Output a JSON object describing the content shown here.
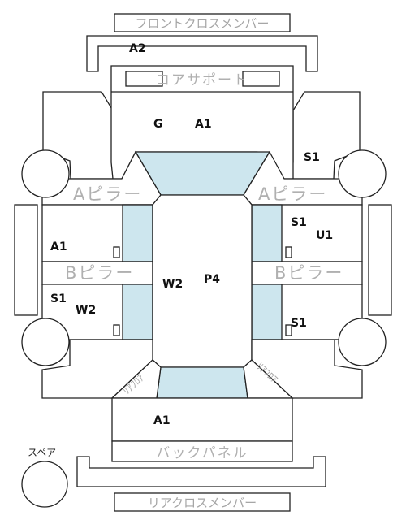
{
  "labels": {
    "front_cross_member": "フロントクロスメンバー",
    "core_support": "コアサポート",
    "a_pillar": "Aピラー",
    "b_pillar": "Bピラー",
    "back_panel": "バックパネル",
    "rear_cross_member": "リアクロスメンバー",
    "spare": "スペア",
    "rear_corner": "ﾘｱﾌﾛｱ"
  },
  "damage_codes": {
    "front_member": "A2",
    "bonnet_g": "G",
    "bonnet_a": "A1",
    "front_right_fender": "S1",
    "left_front_door": "A1",
    "right_front_door_s": "S1",
    "right_front_door_u": "U1",
    "left_rear_door_s": "S1",
    "left_rear_door_w": "W2",
    "roof_w": "W2",
    "roof_p": "P4",
    "right_rear_door": "S1",
    "trunk": "A1"
  }
}
